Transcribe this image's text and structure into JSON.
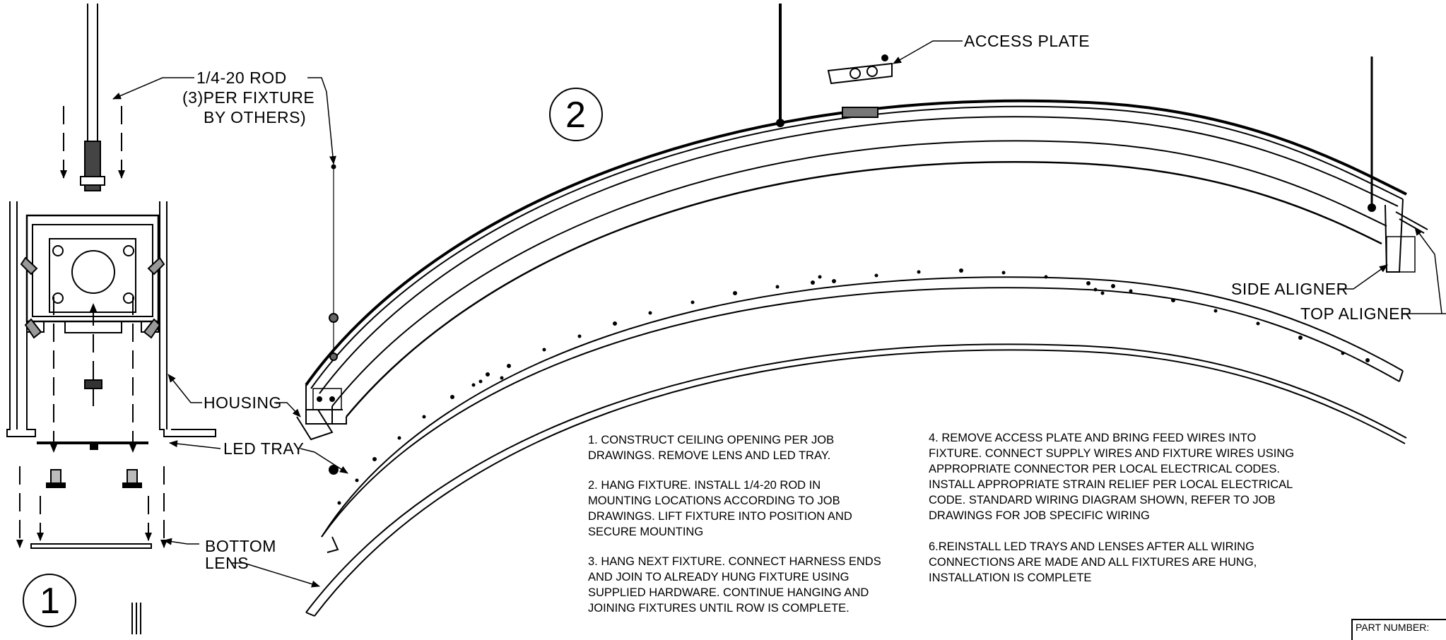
{
  "labels": {
    "rod": [
      "1/4-20 ROD",
      "(3)PER FIXTURE",
      "BY OTHERS)"
    ],
    "access_plate": "ACCESS PLATE",
    "housing": "HOUSING",
    "led_tray": "LED TRAY",
    "bottom_lens": [
      "BOTTOM",
      "LENS"
    ],
    "side_aligner": "SIDE ALIGNER",
    "top_aligner": "TOP ALIGNER",
    "view_1": "1",
    "view_2": "2",
    "part_number": "PART NUMBER:"
  },
  "steps": {
    "step1": "1. CONSTRUCT CEILING OPENING PER JOB\nDRAWINGS.  REMOVE LENS AND LED TRAY.",
    "step2": "2. HANG FIXTURE.  INSTALL 1/4-20 ROD  IN\nMOUNTING LOCATIONS ACCORDING TO JOB\nDRAWINGS.  LIFT FIXTURE INTO POSITION AND\nSECURE MOUNTING",
    "step3": "3. HANG NEXT FIXTURE. CONNECT HARNESS ENDS\nAND JOIN TO ALREADY HUNG FIXTURE USING\nSUPPLIED HARDWARE.  CONTINUE HANGING AND\nJOINING FIXTURES UNTIL ROW IS COMPLETE.",
    "step4": "4.  REMOVE ACCESS PLATE AND BRING FEED WIRES INTO\nFIXTURE.   CONNECT SUPPLY WIRES AND FIXTURE WIRES USING\nAPPROPRIATE CONNECTOR PER LOCAL ELECTRICAL CODES.\nINSTALL APPROPRIATE STRAIN RELIEF PER LOCAL ELECTRICAL\nCODE.  STANDARD WIRING DIAGRAM SHOWN, REFER TO JOB\nDRAWINGS FOR JOB SPECIFIC WIRING",
    "step6": "6.REINSTALL LED TRAYS AND LENSES AFTER ALL WIRING\nCONNECTIONS ARE MADE AND ALL FIXTURES ARE HUNG,\nINSTALLATION IS COMPLETE"
  }
}
